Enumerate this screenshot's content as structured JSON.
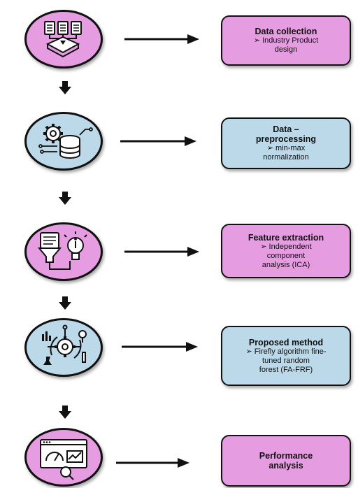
{
  "colors": {
    "pink": "#e59ce0",
    "blue": "#bcd9ea",
    "outline": "#111111"
  },
  "steps": [
    {
      "title": "Data collection",
      "bullet": "➢",
      "detail_lines": [
        "Industry Product",
        "design"
      ],
      "icon": "documents-tray-icon",
      "fill": "pink"
    },
    {
      "title_lines": [
        "Data –",
        "preprocessing"
      ],
      "bullet": "➢",
      "detail_lines": [
        "min-max",
        "normalization"
      ],
      "icon": "gear-database-icon",
      "fill": "blue"
    },
    {
      "title": "Feature extraction",
      "bullet": "➢",
      "detail_lines": [
        "Independent",
        "component",
        "analysis (ICA)"
      ],
      "icon": "funnel-lightbulb-icon",
      "fill": "pink"
    },
    {
      "title": "Proposed method",
      "bullet": "➢",
      "detail_lines": [
        "Firefly algorithm fine-",
        "tuned  random",
        "forest (FA-FRF)"
      ],
      "icon": "algorithm-gear-icon",
      "fill": "blue"
    },
    {
      "title_lines": [
        "Performance",
        "analysis"
      ],
      "icon": "dashboard-magnifier-icon",
      "fill": "pink"
    }
  ]
}
